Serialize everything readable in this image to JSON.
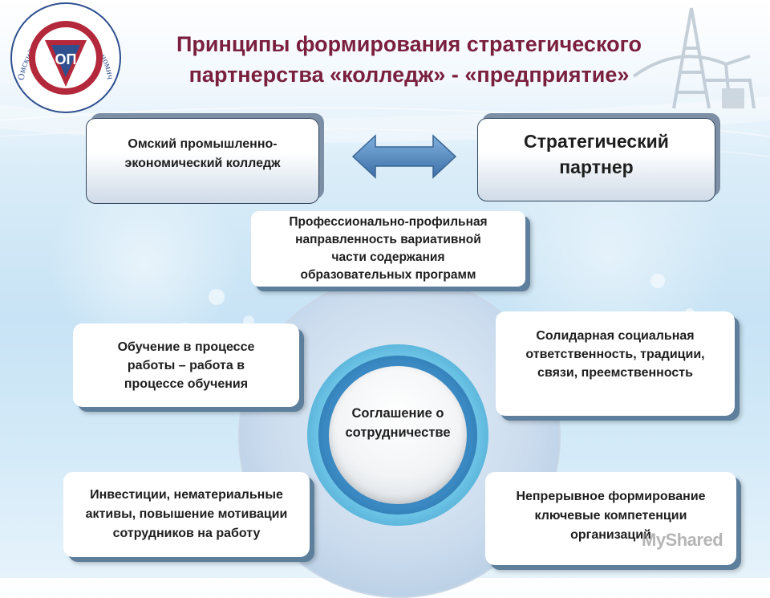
{
  "title": {
    "line1": "Принципы формирования стратегического",
    "line2": "партнерства «колледж» - «предприятие»"
  },
  "logo": {
    "ring_text": "Омский промышленно-экономический колледж",
    "monogram": "ОП"
  },
  "parties": {
    "left": {
      "line1": "Омский промышленно-",
      "line2": "экономический колледж"
    },
    "right": {
      "line1": "Стратегический",
      "line2": "партнер"
    }
  },
  "center": {
    "line1": "Соглашение о",
    "line2": "сотрудничестве"
  },
  "principles": {
    "top": [
      "Профессионально-профильная",
      "направленность вариативной",
      "части содержания",
      "образовательных программ"
    ],
    "left_mid": [
      "Обучение в процессе",
      "работы – работа в",
      "процессе обучения"
    ],
    "right_mid": [
      "Солидарная социальная",
      "ответственность, традиции,",
      "связи, преемственность"
    ],
    "left_bottom": [
      "Инвестиции, нематериальные",
      "активы, повышение мотивации",
      "сотрудников на работу"
    ],
    "right_bottom": [
      "Непрерывное формирование",
      "ключевые компетенции",
      "организаций"
    ]
  },
  "watermark": "MyShared",
  "colors": {
    "title": "#7a1f3d",
    "logo_red": "#b3283a",
    "logo_blue": "#2f4f8f",
    "arrow": "#4b7fb6",
    "ring_blue": "#3a89c2"
  }
}
